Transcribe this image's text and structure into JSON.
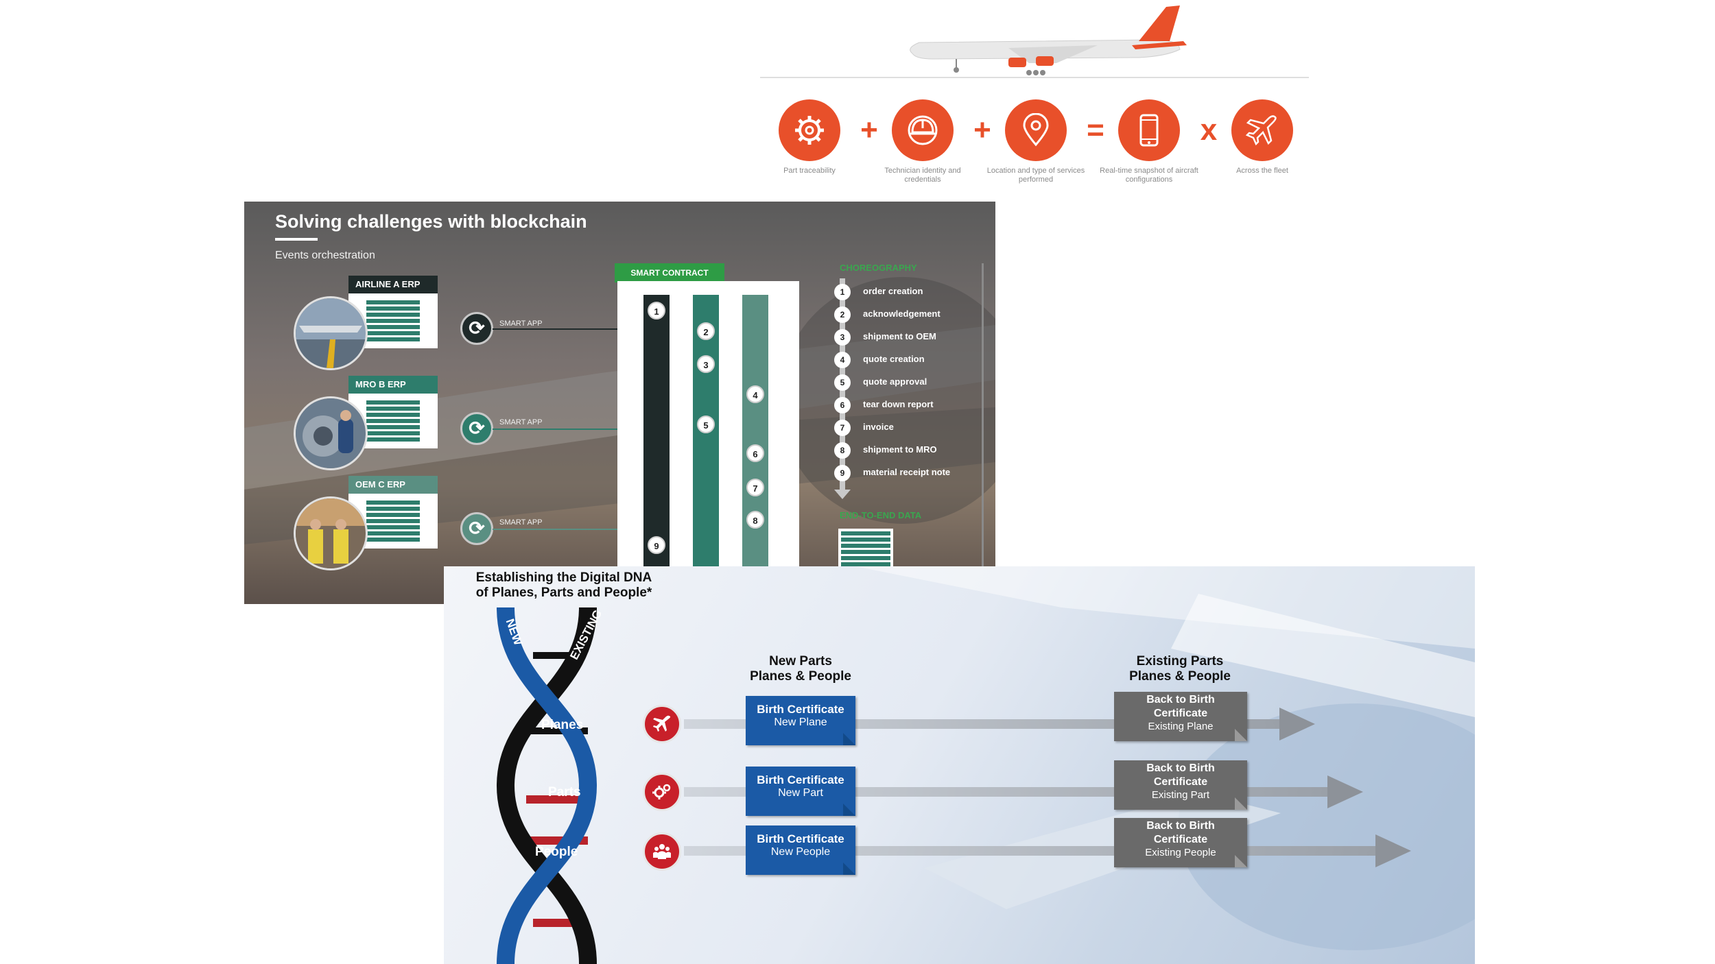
{
  "top": {
    "steps": [
      {
        "icon": "gear-icon",
        "caption": "Part traceability"
      },
      {
        "icon": "helmet-icon",
        "caption": "Technician identity and credentials"
      },
      {
        "icon": "location-pin-icon",
        "caption": "Location and type of services performed"
      },
      {
        "icon": "smartphone-icon",
        "caption": "Real-time snapshot of aircraft configurations"
      },
      {
        "icon": "airplane-icon",
        "caption": "Across the fleet"
      }
    ],
    "operators": [
      "+",
      "+",
      "=",
      "x"
    ],
    "accent": "#e8502a"
  },
  "middle": {
    "title": "Solving challenges with blockchain",
    "subtitle": "Events orchestration",
    "erps": [
      {
        "label": "AIRLINE A ERP",
        "app": "SMART APP"
      },
      {
        "label": "MRO B ERP",
        "app": "SMART APP"
      },
      {
        "label": "OEM C ERP",
        "app": "SMART APP"
      }
    ],
    "smart_contract": "SMART CONTRACT",
    "contract_numbers": [
      "1",
      "2",
      "3",
      "4",
      "5",
      "6",
      "7",
      "8",
      "9"
    ],
    "choreography_title": "CHOREOGRAPHY",
    "choreography": [
      {
        "n": "1",
        "text": "order creation"
      },
      {
        "n": "2",
        "text": "acknowledgement"
      },
      {
        "n": "3",
        "text": "shipment to OEM"
      },
      {
        "n": "4",
        "text": "quote creation"
      },
      {
        "n": "5",
        "text": "quote approval"
      },
      {
        "n": "6",
        "text": "tear down report"
      },
      {
        "n": "7",
        "text": "invoice"
      },
      {
        "n": "8",
        "text": "shipment to MRO"
      },
      {
        "n": "9",
        "text": "material receipt note"
      }
    ],
    "e2e_title": "END-TO-END DATA",
    "accent": "#2e9c45",
    "teal": "#2e7d6c"
  },
  "bottom": {
    "title_line1": "Establishing the Digital DNA",
    "title_line2": "of Planes, Parts and People*",
    "dna_new": "NEW",
    "dna_existing": "EXISTING",
    "dna_planes": "Planes",
    "dna_parts": "Parts",
    "dna_people": "People",
    "new_header_1": "New Parts",
    "new_header_2": "Planes & People",
    "existing_header_1": "Existing Parts",
    "existing_header_2": "Planes & People",
    "rows": [
      {
        "icon": "airplane-icon",
        "new_l1": "Birth Certificate",
        "new_l2": "New Plane",
        "old_l1": "Back to Birth",
        "old_l1b": "Certificate",
        "old_l2": "Existing Plane"
      },
      {
        "icon": "gears-icon",
        "new_l1": "Birth Certificate",
        "new_l2": "New Part",
        "old_l1": "Back to Birth",
        "old_l1b": "Certificate",
        "old_l2": "Existing Part"
      },
      {
        "icon": "people-icon",
        "new_l1": "Birth Certificate",
        "new_l2": "New People",
        "old_l1": "Back to Birth",
        "old_l1b": "Certificate",
        "old_l2": "Existing People"
      }
    ],
    "blue": "#1b5aa6",
    "red": "#c8202a"
  }
}
